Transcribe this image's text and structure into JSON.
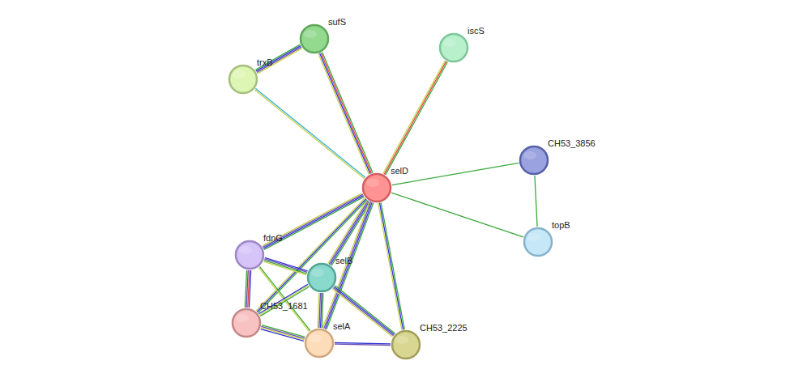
{
  "diagram": {
    "nodes": [
      {
        "text": [
          "sufS"
        ]
      },
      {
        "text": [
          "iscS"
        ]
      },
      {
        "text": [
          "trxB"
        ]
      },
      {
        "text": [
          "CH53_3856"
        ]
      },
      {
        "text": [
          "selD"
        ]
      },
      {
        "text": [
          "topB"
        ]
      },
      {
        "text": [
          "fdnG"
        ]
      },
      {
        "text": [
          "selB"
        ]
      },
      {
        "text": [
          "CH53_1681"
        ]
      },
      {
        "text": [
          "selA"
        ]
      },
      {
        "text": [
          "CH53_2225"
        ]
      }
    ],
    "edges": [
      {
        "from": 2,
        "to": 0,
        "arrow": "none"
      },
      {
        "from": 2,
        "to": 4,
        "arrow": "none"
      },
      {
        "from": 0,
        "to": 4,
        "arrow": "none"
      },
      {
        "from": 1,
        "to": 4,
        "arrow": "none"
      },
      {
        "from": 4,
        "to": 3,
        "arrow": "none"
      },
      {
        "from": 4,
        "to": 5,
        "arrow": "none"
      },
      {
        "from": 3,
        "to": 5,
        "arrow": "none"
      },
      {
        "from": 4,
        "to": 6,
        "arrow": "none"
      },
      {
        "from": 4,
        "to": 7,
        "arrow": "none"
      },
      {
        "from": 4,
        "to": 8,
        "arrow": "none"
      },
      {
        "from": 4,
        "to": 9,
        "arrow": "none"
      },
      {
        "from": 4,
        "to": 10,
        "arrow": "none"
      },
      {
        "from": 6,
        "to": 7,
        "arrow": "none"
      },
      {
        "from": 6,
        "to": 8,
        "arrow": "none"
      },
      {
        "from": 6,
        "to": 9,
        "arrow": "none"
      },
      {
        "from": 7,
        "to": 8,
        "arrow": "none"
      },
      {
        "from": 7,
        "to": 9,
        "arrow": "none"
      },
      {
        "from": 7,
        "to": 10,
        "arrow": "none"
      },
      {
        "from": 8,
        "to": 9,
        "arrow": "none"
      },
      {
        "from": 9,
        "to": 10,
        "arrow": "none"
      }
    ]
  }
}
